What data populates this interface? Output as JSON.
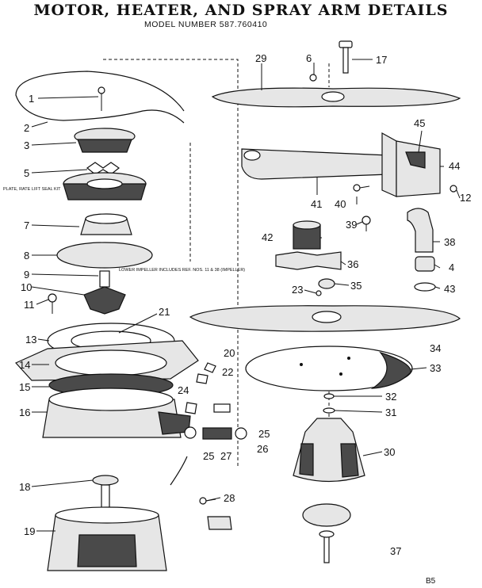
{
  "header": {
    "title": "MOTOR, HEATER, AND SPRAY ARM DETAILS",
    "model": "MODEL NUMBER 587.760410"
  },
  "footer": {
    "code": "B5"
  },
  "notes": {
    "plate_rate": "PLATE, RATE  LIFT SEAL KIT",
    "lower_impeller": "LOWER IMPELLER INCLUDES REF. NOS. 11 & 38 (IMPELLER)"
  },
  "callouts": [
    "1",
    "2",
    "3",
    "5",
    "6",
    "7",
    "8",
    "9",
    "10",
    "11",
    "12",
    "13",
    "14",
    "15",
    "16",
    "17",
    "18",
    "19",
    "20",
    "21",
    "22",
    "23",
    "24",
    "25",
    "25",
    "26",
    "27",
    "28",
    "29",
    "30",
    "31",
    "32",
    "33",
    "34",
    "35",
    "36",
    "37",
    "38",
    "39",
    "4",
    "40",
    "41",
    "42",
    "43",
    "44",
    "45"
  ],
  "colors": {
    "ink": "#111111",
    "paper": "#ffffff",
    "part_fill": "#e6e6e6",
    "dark_fill": "#4a4a4a"
  }
}
